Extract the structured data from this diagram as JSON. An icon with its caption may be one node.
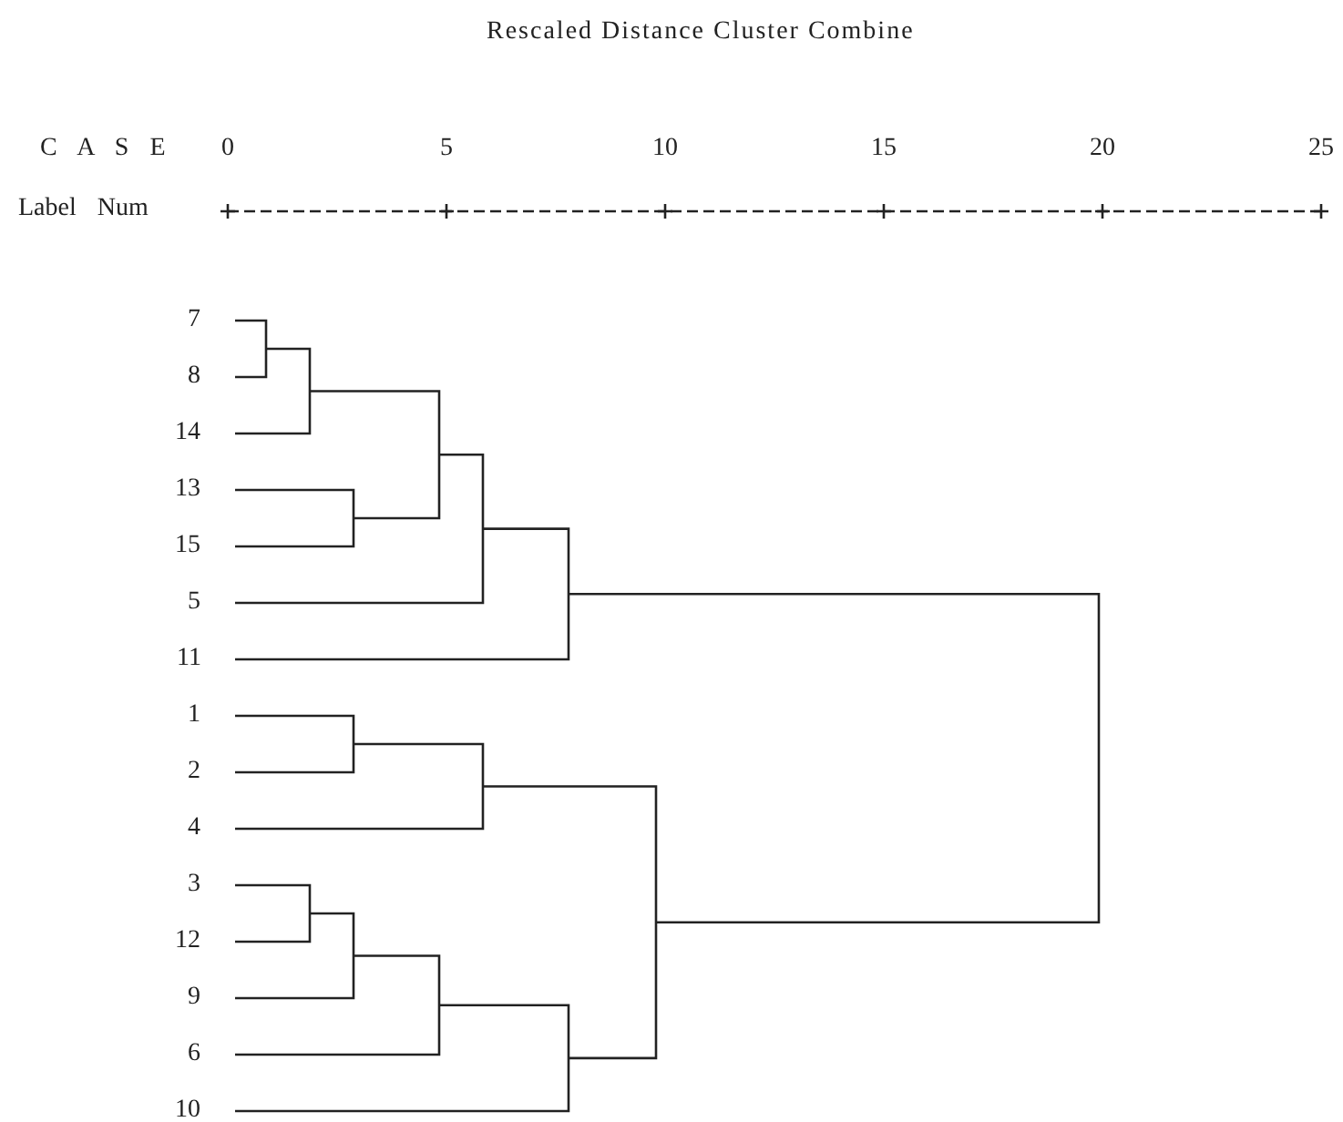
{
  "diagram": {
    "title": "Rescaled Distance Cluster Combine",
    "labels": [
      "C A S E",
      "0",
      "5",
      "10",
      "15",
      "20",
      "25",
      "Label Num",
      "7",
      "8",
      "14",
      "13",
      "15",
      "5",
      "11",
      "1",
      "2",
      "4",
      "3",
      "12",
      "9",
      "6",
      "10"
    ]
  }
}
